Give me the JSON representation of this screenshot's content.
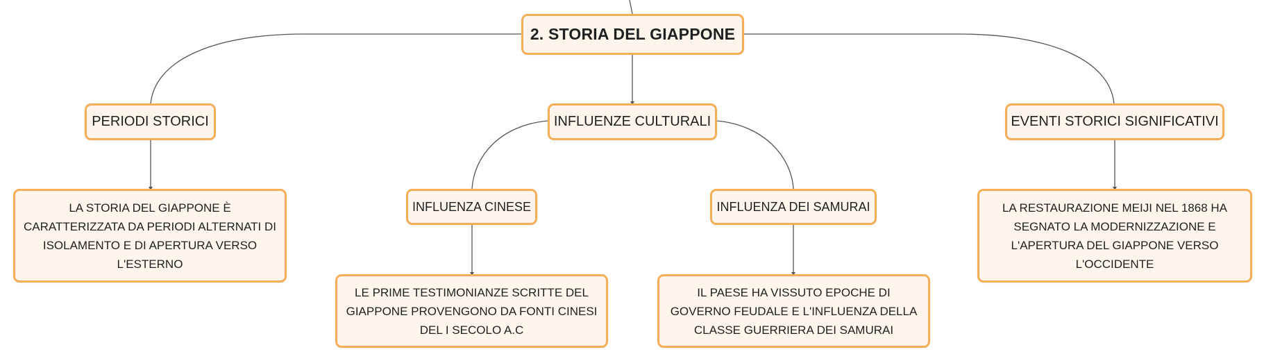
{
  "map": {
    "root": "2. STORIA DEL GIAPPONE",
    "periodi": {
      "title": "PERIODI STORICI",
      "detail": "LA STORIA DEL GIAPPONE È CARATTERIZZATA DA PERIODI ALTERNATI DI ISOLAMENTO E DI APERTURA VERSO L'ESTERNO"
    },
    "influenze": {
      "title": "INFLUENZE CULTURALI",
      "cinese": {
        "title": "INFLUENZA CINESE",
        "detail": "LE PRIME TESTIMONIANZE SCRITTE DEL GIAPPONE PROVENGONO DA FONTI CINESI DEL I SECOLO A.C"
      },
      "samurai": {
        "title": "INFLUENZA DEI SAMURAI",
        "detail": "IL PAESE HA VISSUTO EPOCHE DI GOVERNO FEUDALE E L'INFLUENZA DELLA CLASSE GUERRIERA DEI SAMURAI"
      }
    },
    "eventi": {
      "title": "EVENTI STORICI SIGNIFICATIVI",
      "detail": "LA RESTAURAZIONE MEIJI NEL 1868 HA SEGNATO LA MODERNIZZAZIONE E L'APERTURA DEL GIAPPONE VERSO L'OCCIDENTE"
    }
  },
  "colors": {
    "node_border": "#f5ad58",
    "node_fill": "#fff5ec",
    "connector": "#555555"
  }
}
